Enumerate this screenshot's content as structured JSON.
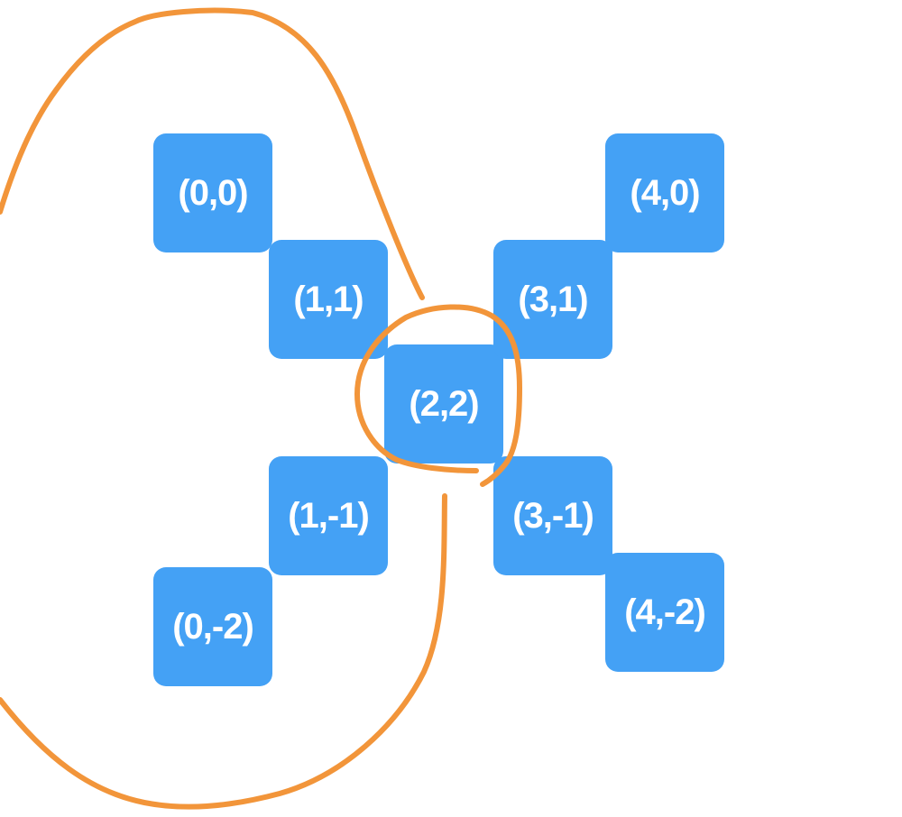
{
  "colors": {
    "cell_fill": "#44a1f5",
    "cell_text": "#ffffff",
    "annotation_stroke": "#f2953a",
    "background": "#ffffff"
  },
  "cells": {
    "c00": "(0,0)",
    "c11": "(1,1)",
    "c22": "(2,2)",
    "c31": "(3,1)",
    "c40": "(4,0)",
    "c1m1": "(1,-1)",
    "c0m2": "(0,-2)",
    "c3m1": "(3,-1)",
    "c4m2": "(4,-2)"
  }
}
